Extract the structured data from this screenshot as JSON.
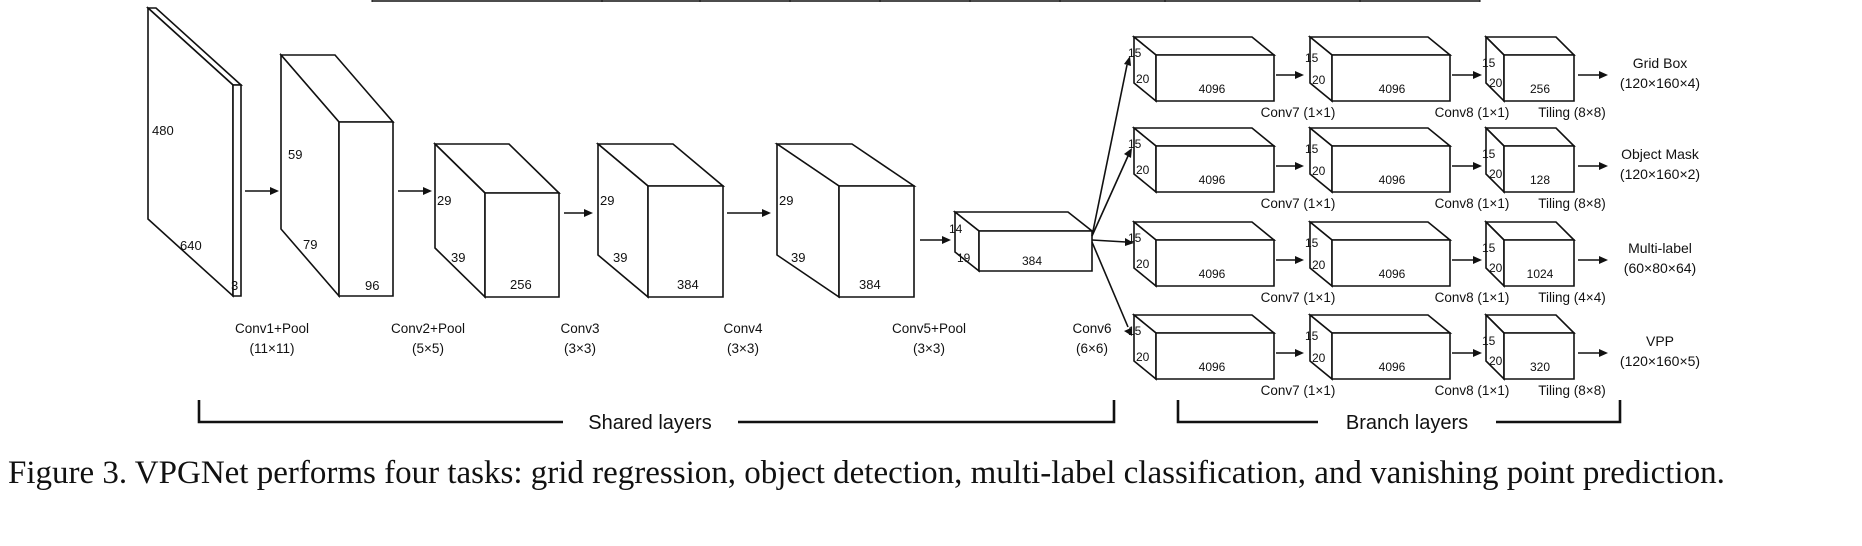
{
  "shared": {
    "layers": [
      {
        "name": "Conv1+Pool",
        "kernel": "(11×11)",
        "dims": [
          "480",
          "640",
          "3"
        ]
      },
      {
        "name": "Conv2+Pool",
        "kernel": "(5×5)",
        "dims": [
          "59",
          "79",
          "96"
        ]
      },
      {
        "name": "Conv3",
        "kernel": "(3×3)",
        "dims": [
          "29",
          "39",
          "256"
        ]
      },
      {
        "name": "Conv4",
        "kernel": "(3×3)",
        "dims": [
          "29",
          "39",
          "384"
        ]
      },
      {
        "name": "Conv5+Pool",
        "kernel": "(3×3)",
        "dims": [
          "29",
          "39",
          "384"
        ]
      },
      {
        "name": "Conv6",
        "kernel": "(6×6)",
        "dims": [
          "14",
          "19",
          "384"
        ]
      }
    ],
    "group_label": "Shared layers"
  },
  "branches": {
    "group_label": "Branch layers",
    "rows": [
      {
        "b1": [
          "15",
          "20",
          "4096"
        ],
        "b2": [
          "15",
          "20",
          "4096"
        ],
        "b3": [
          "15",
          "20",
          "256"
        ],
        "conv7": "Conv7 (1×1)",
        "conv8": "Conv8 (1×1)",
        "tiling": "Tiling (8×8)",
        "out_name": "Grid Box",
        "out_size": "(120×160×4)"
      },
      {
        "b1": [
          "15",
          "20",
          "4096"
        ],
        "b2": [
          "15",
          "20",
          "4096"
        ],
        "b3": [
          "15",
          "20",
          "128"
        ],
        "conv7": "Conv7 (1×1)",
        "conv8": "Conv8 (1×1)",
        "tiling": "Tiling (8×8)",
        "out_name": "Object Mask",
        "out_size": "(120×160×2)"
      },
      {
        "b1": [
          "15",
          "20",
          "4096"
        ],
        "b2": [
          "15",
          "20",
          "4096"
        ],
        "b3": [
          "15",
          "20",
          "1024"
        ],
        "conv7": "Conv7 (1×1)",
        "conv8": "Conv8 (1×1)",
        "tiling": "Tiling (4×4)",
        "out_name": "Multi-label",
        "out_size": "(60×80×64)"
      },
      {
        "b1": [
          "15",
          "20",
          "4096"
        ],
        "b2": [
          "15",
          "20",
          "4096"
        ],
        "b3": [
          "15",
          "20",
          "320"
        ],
        "conv7": "Conv7 (1×1)",
        "conv8": "Conv8 (1×1)",
        "tiling": "Tiling (8×8)",
        "out_name": "VPP",
        "out_size": "(120×160×5)"
      }
    ]
  },
  "caption": "Figure 3.  VPGNet performs four tasks: grid regression, object detection, multi-label classification, and vanishing point prediction."
}
